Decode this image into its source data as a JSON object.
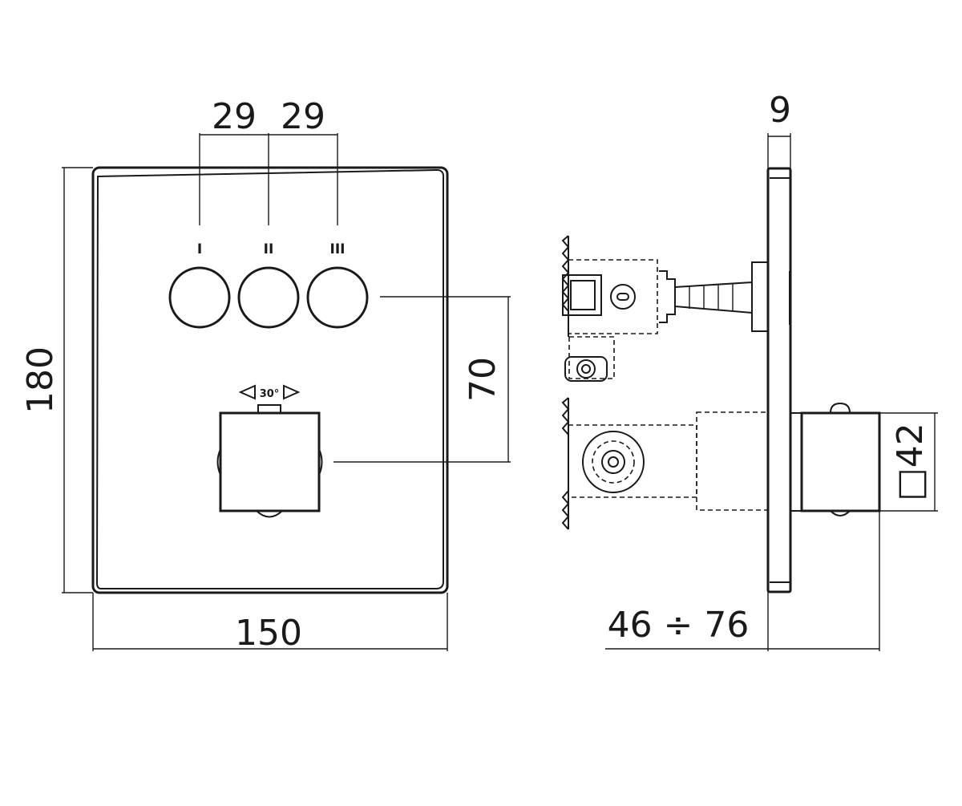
{
  "dimensions": {
    "width": "150",
    "height": "180",
    "spacing_left": "29",
    "spacing_right": "29",
    "vertical_offset": "70",
    "plate_thickness": "9",
    "installation_depth": "46 ÷ 76",
    "square_size": "□42"
  },
  "labels": {
    "button_1": "I",
    "button_2": "II",
    "button_3": "III",
    "rotation": "30°"
  }
}
